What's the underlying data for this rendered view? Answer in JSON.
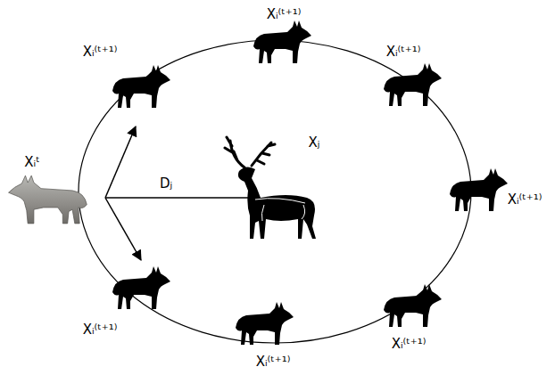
{
  "diagram": {
    "labels": [
      "Xᵢ⁽ᵗ⁺¹⁾",
      "Xᵢ⁽ᵗ⁺¹⁾",
      "Xᵢ⁽ᵗ⁺¹⁾",
      "Xᵢᵗ",
      "Dⱼ",
      "Xⱼ",
      "Xᵢ⁽ᵗ⁺¹⁾",
      "Xᵢ⁽ᵗ⁺¹⁾",
      "Xᵢ⁽ᵗ⁺¹⁾",
      "Xᵢ⁽ᵗ⁺¹⁾"
    ]
  }
}
